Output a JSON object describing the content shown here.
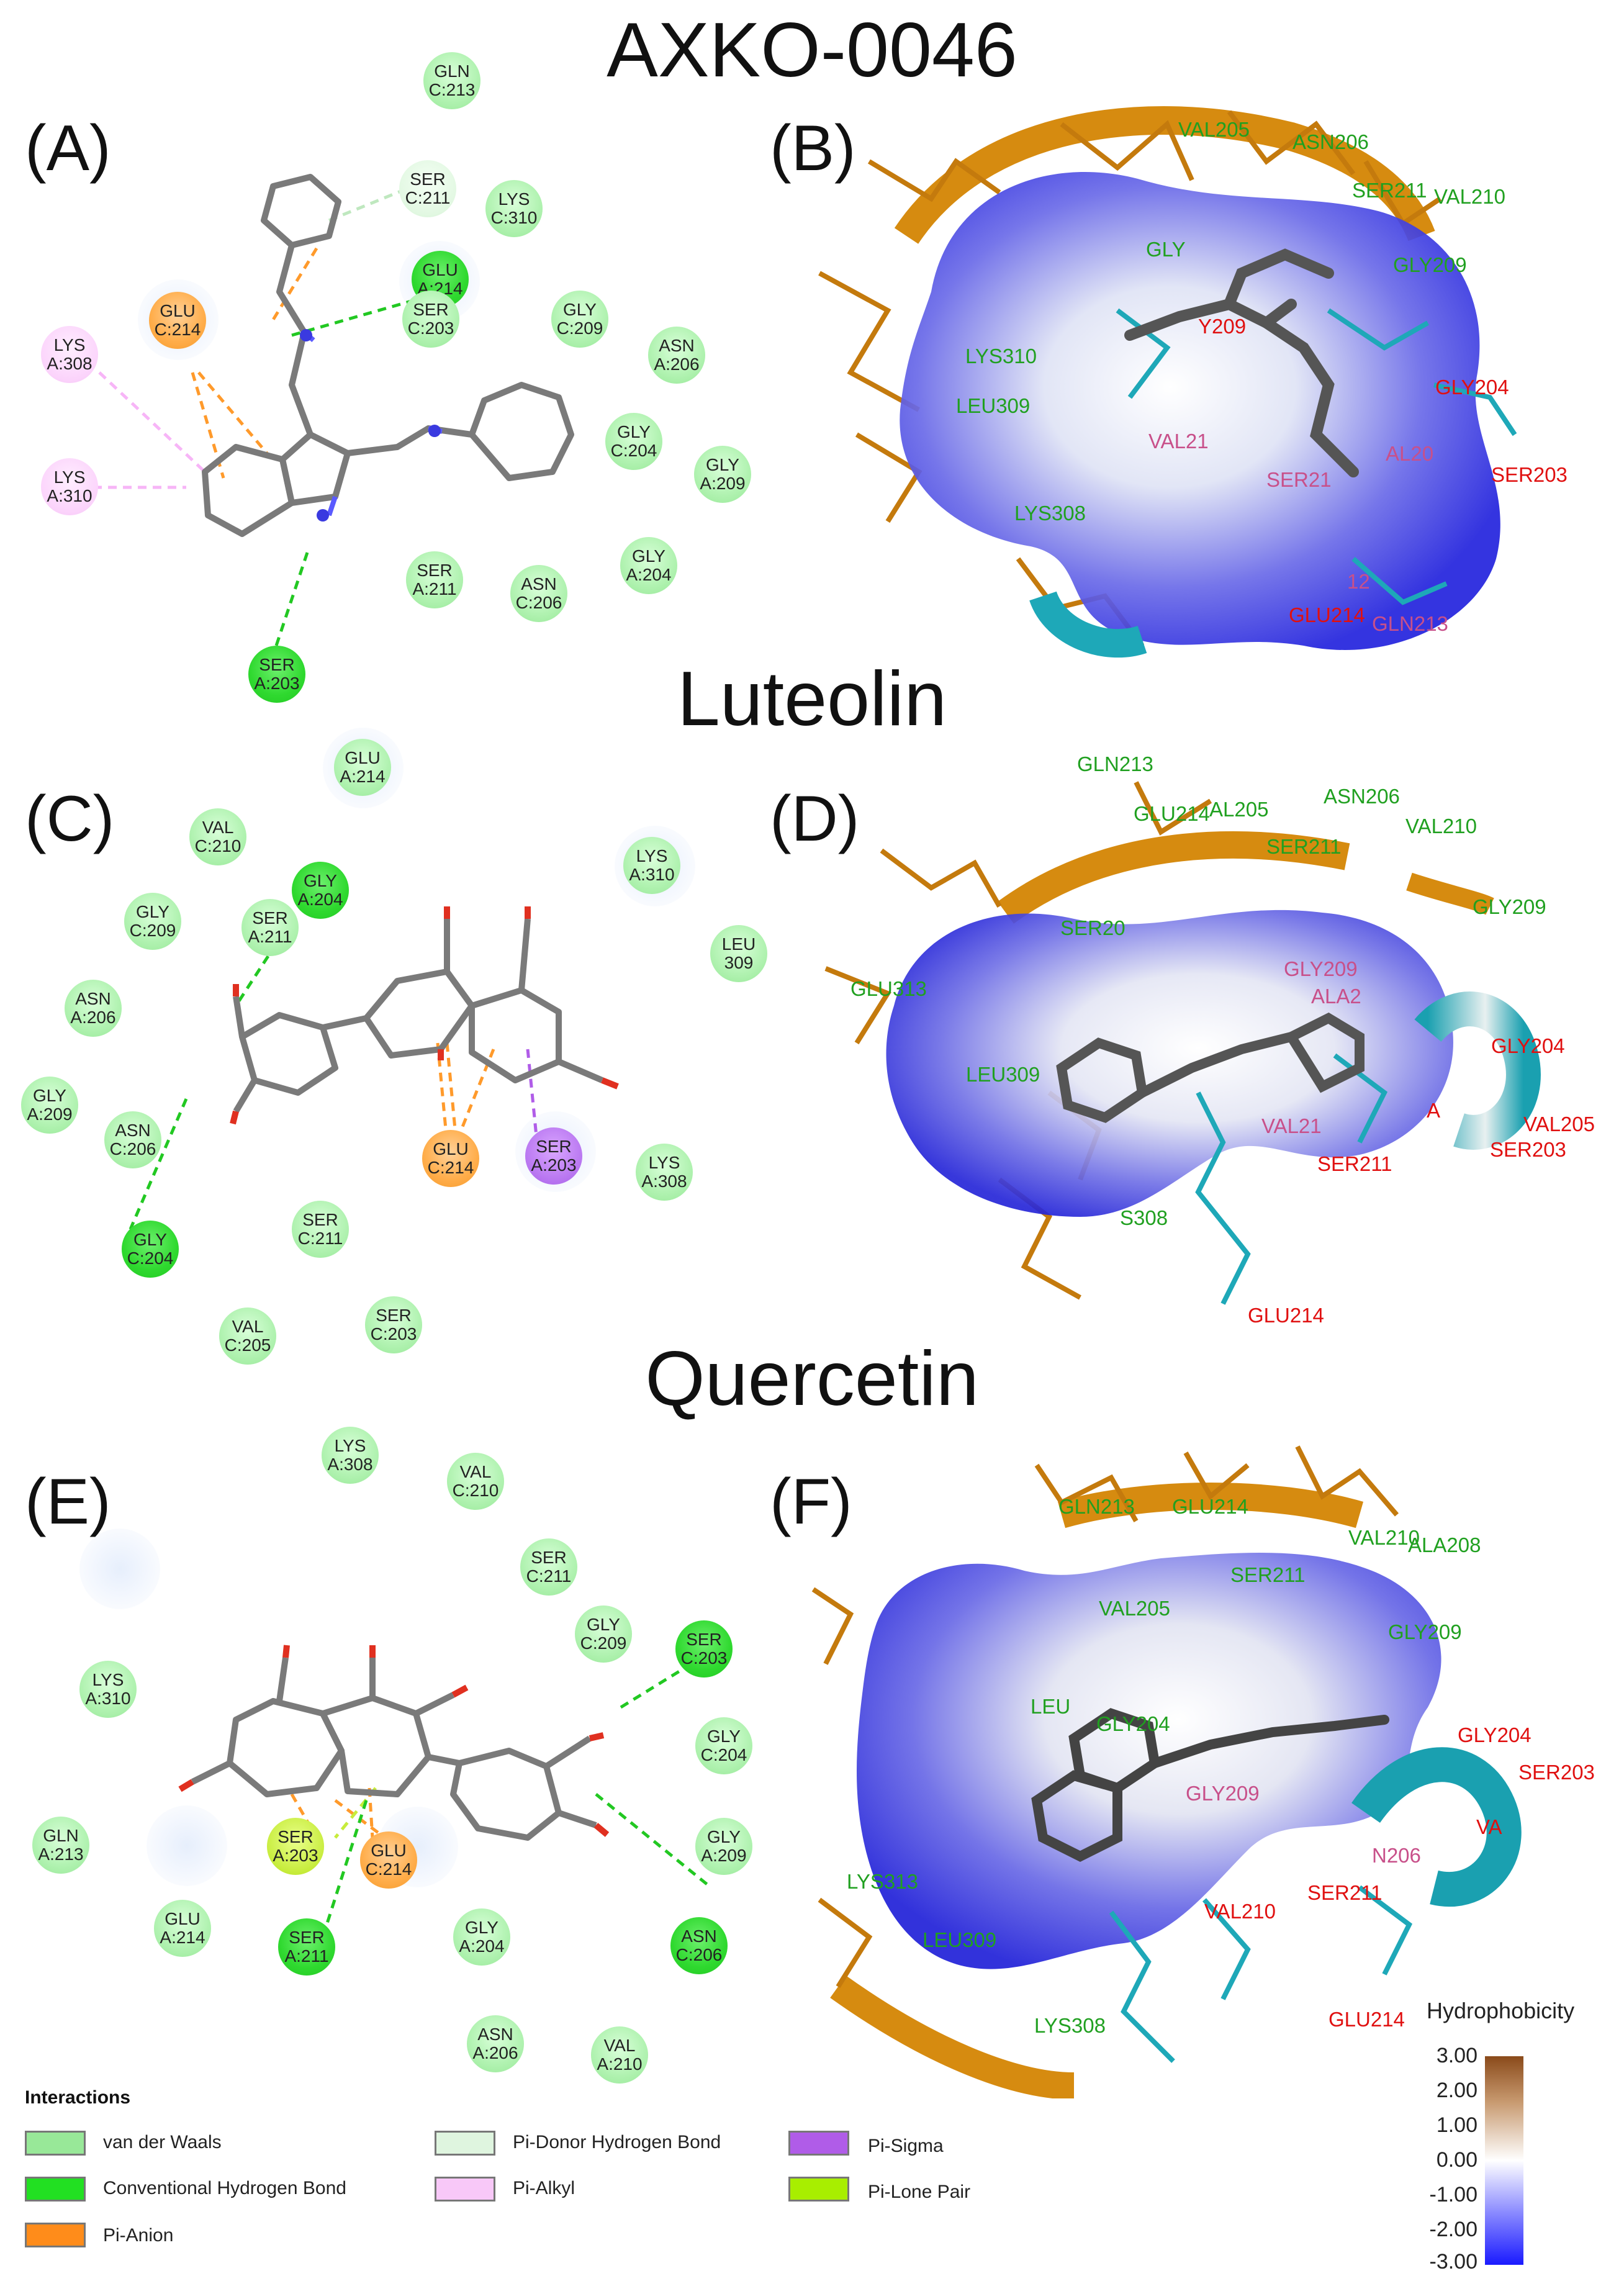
{
  "titles": {
    "axko": "AXKO-0046",
    "luteolin": "Luteolin",
    "quercetin": "Quercetin"
  },
  "panels": [
    "(A)",
    "(B)",
    "(C)",
    "(D)",
    "(E)",
    "(F)"
  ],
  "panelA": {
    "residues": [
      {
        "t1": "GLN",
        "t2": "C:213",
        "type": "vdw"
      },
      {
        "t1": "SER",
        "t2": "C:211",
        "type": "pidonor"
      },
      {
        "t1": "LYS",
        "t2": "C:310",
        "type": "vdw"
      },
      {
        "t1": "GLU",
        "t2": "A:214",
        "type": "hbond"
      },
      {
        "t1": "SER",
        "t2": "C:203",
        "type": "vdw"
      },
      {
        "t1": "GLY",
        "t2": "C:209",
        "type": "vdw"
      },
      {
        "t1": "ASN",
        "t2": "A:206",
        "type": "vdw"
      },
      {
        "t1": "LYS",
        "t2": "A:308",
        "type": "pialkyl"
      },
      {
        "t1": "GLU",
        "t2": "C:214",
        "type": "pianion"
      },
      {
        "t1": "GLY",
        "t2": "C:204",
        "type": "vdw"
      },
      {
        "t1": "GLY",
        "t2": "A:209",
        "type": "vdw"
      },
      {
        "t1": "LYS",
        "t2": "A:310",
        "type": "pialkyl"
      },
      {
        "t1": "SER",
        "t2": "A:211",
        "type": "vdw"
      },
      {
        "t1": "GLY",
        "t2": "A:204",
        "type": "vdw"
      },
      {
        "t1": "ASN",
        "t2": "C:206",
        "type": "vdw"
      },
      {
        "t1": "SER",
        "t2": "A:203",
        "type": "hbond"
      }
    ]
  },
  "panelC": {
    "residues": [
      {
        "t1": "GLU",
        "t2": "A:214",
        "type": "vdw"
      },
      {
        "t1": "VAL",
        "t2": "C:210",
        "type": "vdw"
      },
      {
        "t1": "GLY",
        "t2": "A:204",
        "type": "hbond"
      },
      {
        "t1": "LYS",
        "t2": "A:310",
        "type": "vdw"
      },
      {
        "t1": "GLY",
        "t2": "C:209",
        "type": "vdw"
      },
      {
        "t1": "SER",
        "t2": "A:211",
        "type": "vdw"
      },
      {
        "t1": "LEU",
        "t2": "309",
        "type": "vdw"
      },
      {
        "t1": "ASN",
        "t2": "A:206",
        "type": "vdw"
      },
      {
        "t1": "GLY",
        "t2": "A:209",
        "type": "vdw"
      },
      {
        "t1": "ASN",
        "t2": "C:206",
        "type": "vdw"
      },
      {
        "t1": "GLU",
        "t2": "C:214",
        "type": "pianion"
      },
      {
        "t1": "SER",
        "t2": "A:203",
        "type": "pisigma"
      },
      {
        "t1": "LYS",
        "t2": "A:308",
        "type": "vdw"
      },
      {
        "t1": "SER",
        "t2": "C:211",
        "type": "vdw"
      },
      {
        "t1": "GLY",
        "t2": "C:204",
        "type": "hbond"
      },
      {
        "t1": "VAL",
        "t2": "C:205",
        "type": "vdw"
      },
      {
        "t1": "SER",
        "t2": "C:203",
        "type": "vdw"
      }
    ]
  },
  "panelE": {
    "residues": [
      {
        "t1": "LYS",
        "t2": "A:308",
        "type": "vdw"
      },
      {
        "t1": "VAL",
        "t2": "C:210",
        "type": "vdw"
      },
      {
        "t1": "SER",
        "t2": "C:211",
        "type": "vdw"
      },
      {
        "t1": "GLY",
        "t2": "C:209",
        "type": "vdw"
      },
      {
        "t1": "SER",
        "t2": "C:203",
        "type": "hbond"
      },
      {
        "t1": "LYS",
        "t2": "A:310",
        "type": "vdw"
      },
      {
        "t1": "GLY",
        "t2": "C:204",
        "type": "vdw"
      },
      {
        "t1": "GLY",
        "t2": "A:209",
        "type": "vdw"
      },
      {
        "t1": "SER",
        "t2": "A:203",
        "type": "pilone"
      },
      {
        "t1": "GLU",
        "t2": "C:214",
        "type": "pianion"
      },
      {
        "t1": "GLN",
        "t2": "A:213",
        "type": "vdw"
      },
      {
        "t1": "GLU",
        "t2": "A:214",
        "type": "vdw"
      },
      {
        "t1": "SER",
        "t2": "A:211",
        "type": "hbond"
      },
      {
        "t1": "GLY",
        "t2": "A:204",
        "type": "vdw"
      },
      {
        "t1": "ASN",
        "t2": "C:206",
        "type": "hbond"
      },
      {
        "t1": "ASN",
        "t2": "A:206",
        "type": "vdw"
      },
      {
        "t1": "VAL",
        "t2": "A:210",
        "type": "vdw"
      }
    ]
  },
  "panelB": {
    "labels": [
      "VAL205",
      "ASN206",
      "SER211",
      "VAL210",
      "GLY",
      "GLY209",
      "LYS310",
      "Y209",
      "LEU309",
      "GLY204",
      "VAL21",
      "AL20",
      "SER21",
      "SER203",
      "LYS308",
      "12",
      "GLU214",
      "GLN213"
    ]
  },
  "panelD": {
    "labels": [
      "GLN213",
      "GLU214",
      "AL205",
      "ASN206",
      "VAL210",
      "SER211",
      "GLY209",
      "SER20",
      "GLU313",
      "GLY209",
      "ALA2",
      "LEU309",
      "GLY204",
      "VAL21",
      "A",
      "VAL205",
      "SER211",
      "SER203",
      "S308",
      "GLU214"
    ]
  },
  "panelF": {
    "labels": [
      "GLN213",
      "GLU214",
      "VAL210",
      "ALA208",
      "SER211",
      "GLY209",
      "VAL205",
      "GLY204",
      "LEU",
      "GLY204",
      "SER203",
      "GLY209",
      "VA",
      "N206",
      "LYS313",
      "SER211",
      "VAL210",
      "LEU309",
      "GLU214",
      "LYS308"
    ]
  },
  "legend": {
    "title": "Interactions",
    "items": [
      {
        "label": "van der Waals",
        "color": "#98e898"
      },
      {
        "label": "Pi-Donor Hydrogen Bond",
        "color": "#dff5df"
      },
      {
        "label": "Pi-Sigma",
        "color": "#b05ce8"
      },
      {
        "label": "Conventional Hydrogen Bond",
        "color": "#22e022"
      },
      {
        "label": "Pi-Alkyl",
        "color": "#f8c8f8"
      },
      {
        "label": "Pi-Lone Pair",
        "color": "#a8ee00"
      },
      {
        "label": "Pi-Anion",
        "color": "#ff8c1a"
      }
    ]
  },
  "colorbar": {
    "title": "Hydrophobicity",
    "ticks": [
      "3.00",
      "2.00",
      "1.00",
      "0.00",
      "-1.00",
      "-2.00",
      "-3.00"
    ],
    "colors": {
      "top": "#8a4a1a",
      "mid": "#ffffff",
      "bottom": "#1a1aff"
    }
  }
}
